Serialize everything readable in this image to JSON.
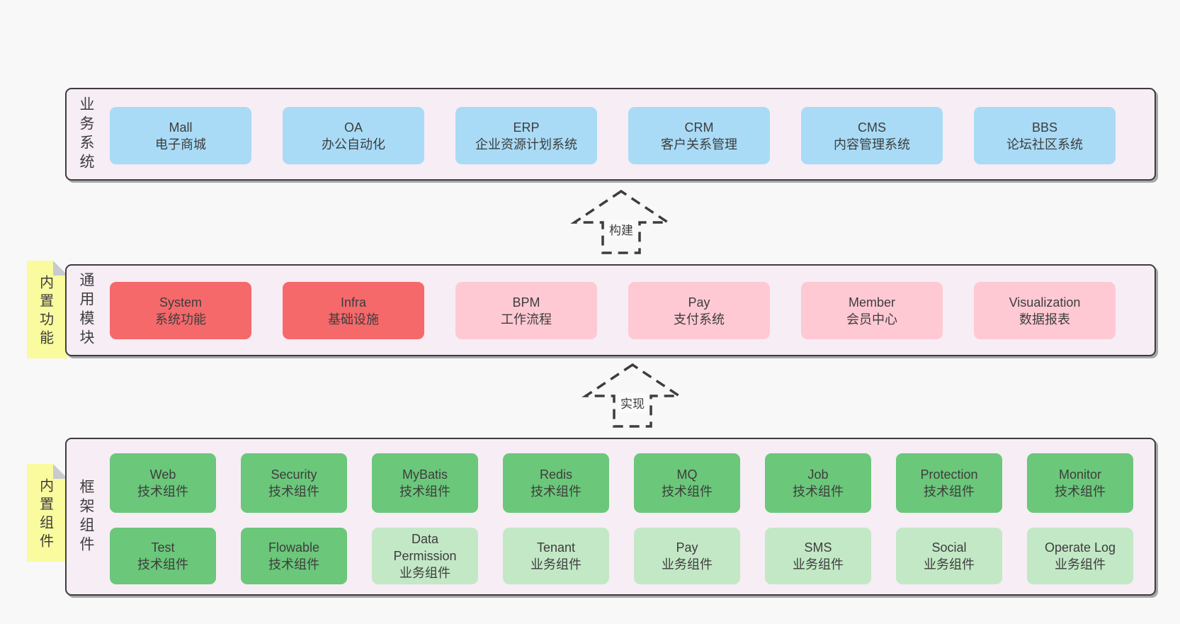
{
  "colors": {
    "page_bg": "#f8f8f8",
    "panel_bg": "#f7edf5",
    "panel_border": "#3d3d3d",
    "note_yellow": "#fafa9e",
    "note_fold_gray": "#c7cbce",
    "box_blue": "#a9dbf6",
    "box_red": "#f5696b",
    "box_pink": "#ffc9d4",
    "box_green": "#6bc77a",
    "box_light_green": "#c3e8c6",
    "text": "#3d3d3d"
  },
  "arrows": [
    {
      "label": "构建"
    },
    {
      "label": "实现"
    }
  ],
  "layers": [
    {
      "label": "业务系统",
      "rows": [
        [
          {
            "en": "Mall",
            "zh": "电子商城"
          },
          {
            "en": "OA",
            "zh": "办公自动化"
          },
          {
            "en": "ERP",
            "zh": "企业资源计划系统"
          },
          {
            "en": "CRM",
            "zh": "客户关系管理"
          },
          {
            "en": "CMS",
            "zh": "内容管理系统"
          },
          {
            "en": "BBS",
            "zh": "论坛社区系统"
          }
        ]
      ]
    },
    {
      "label": "通用模块",
      "note": "内置功能",
      "rows": [
        [
          {
            "en": "System",
            "zh": "系统功能"
          },
          {
            "en": "Infra",
            "zh": "基础设施"
          },
          {
            "en": "BPM",
            "zh": "工作流程"
          },
          {
            "en": "Pay",
            "zh": "支付系统"
          },
          {
            "en": "Member",
            "zh": "会员中心"
          },
          {
            "en": "Visualization",
            "zh": "数据报表"
          }
        ]
      ]
    },
    {
      "label": "框架组件",
      "note": "内置组件",
      "rows": [
        [
          {
            "en": "Web",
            "zh": "技术组件"
          },
          {
            "en": "Security",
            "zh": "技术组件"
          },
          {
            "en": "MyBatis",
            "zh": "技术组件"
          },
          {
            "en": "Redis",
            "zh": "技术组件"
          },
          {
            "en": "MQ",
            "zh": "技术组件"
          },
          {
            "en": "Job",
            "zh": "技术组件"
          },
          {
            "en": "Protection",
            "zh": "技术组件"
          },
          {
            "en": "Monitor",
            "zh": "技术组件"
          }
        ],
        [
          {
            "en": "Test",
            "zh": "技术组件"
          },
          {
            "en": "Flowable",
            "zh": "技术组件"
          },
          {
            "en": "Data Permission",
            "zh": "业务组件"
          },
          {
            "en": "Tenant",
            "zh": "业务组件"
          },
          {
            "en": "Pay",
            "zh": "业务组件"
          },
          {
            "en": "SMS",
            "zh": "业务组件"
          },
          {
            "en": "Social",
            "zh": "业务组件"
          },
          {
            "en": "Operate Log",
            "zh": "业务组件"
          }
        ]
      ]
    }
  ]
}
